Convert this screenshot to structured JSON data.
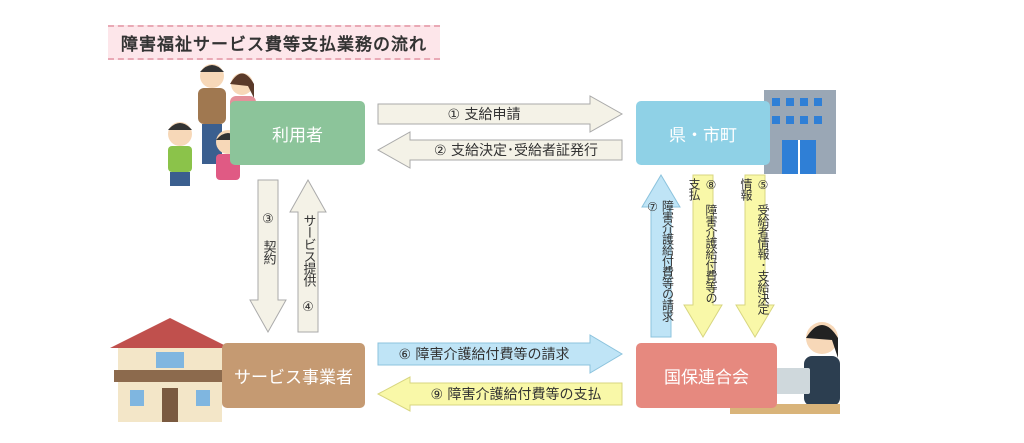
{
  "title": "障害福祉サービス費等支払業務の流れ",
  "nodes": {
    "user": "利用者",
    "prefecture": "県・市町",
    "provider": "サービス事業者",
    "kokuho": "国保連合会"
  },
  "arrows": {
    "a1": "① 支給申請",
    "a2": "② 支給決定･受給者証発行",
    "a3": "③ 契約",
    "a4": "サービス提供 ④",
    "a5": "⑤ 受給者情報･支給決定情報",
    "a6": "⑥ 障害介護給付費等の請求",
    "a7": "障害介護給付費等の請求 ⑦",
    "a8": "⑧ 障害介護給付費等の支払",
    "a9": "⑨ 障害介護給付費等の支払"
  },
  "colors": {
    "user": "#8cc49a",
    "prefecture": "#8fd1e6",
    "provider": "#c59a72",
    "kokuho": "#e6897f",
    "beige": "#f4f2e7",
    "blue": "#bfe4f6",
    "yellow": "#f9f8a8"
  }
}
